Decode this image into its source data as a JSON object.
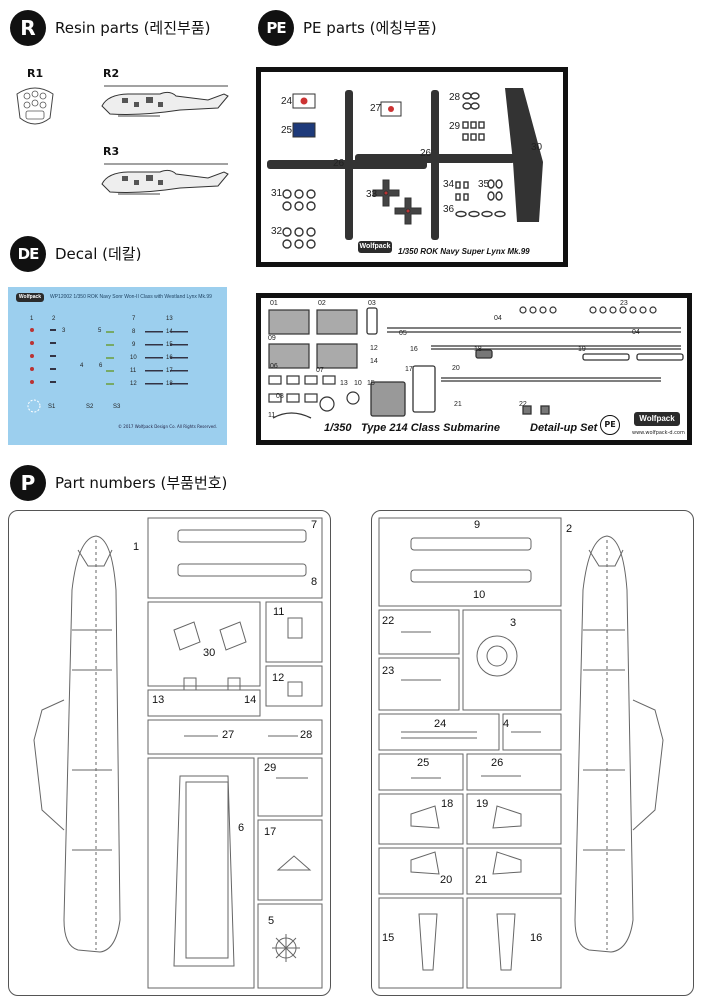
{
  "resin": {
    "badge": "R",
    "title": "Resin parts (레진부품)",
    "parts": [
      "R1",
      "R2",
      "R3"
    ]
  },
  "pe": {
    "badge": "PE",
    "title": "PE parts (에칭부품)",
    "sheet1_caption": "1/350 ROK Navy Super Lynx Mk.99",
    "sheet1_numbers": [
      "24",
      "25",
      "26",
      "26",
      "27",
      "28",
      "29",
      "30",
      "31",
      "32",
      "33",
      "34",
      "35",
      "36"
    ],
    "sheet2_caption_scale": "1/350",
    "sheet2_caption_title": "Type 214 Class Submarine",
    "sheet2_caption_right": "Detail-up Set",
    "sheet2_pe_mark": "PE",
    "sheet2_url": "www.wolfpack-d.com",
    "sheet2_numbers": [
      "01",
      "02",
      "03",
      "04",
      "04",
      "05",
      "06",
      "07",
      "08",
      "09",
      "10",
      "11",
      "12",
      "13",
      "14",
      "15",
      "16",
      "17",
      "18",
      "19",
      "20",
      "21",
      "22",
      "23"
    ],
    "brand": "Wolfpack"
  },
  "decal": {
    "badge": "DE",
    "title": "Decal (데칼)",
    "header": "WP12002 1/350 ROK Navy Sonr Won-II Class with Westland Lynx Mk.99",
    "brand": "Wolfpack",
    "left_numbers": [
      "1",
      "2",
      "3",
      "4",
      "5",
      "6"
    ],
    "mid_numbers": [
      "7",
      "8",
      "9",
      "10",
      "11",
      "12"
    ],
    "right_numbers": [
      "13",
      "14",
      "15",
      "16",
      "17",
      "18"
    ],
    "s_labels": [
      "S1",
      "S2",
      "S3"
    ],
    "copyright": "© 2017 Wolfpack Design Co. All Rights Reserved."
  },
  "part_numbers": {
    "badge": "P",
    "title": "Part numbers (부품번호)",
    "left_sprue": [
      "1",
      "7",
      "8",
      "11",
      "30",
      "13",
      "14",
      "12",
      "27",
      "28",
      "29",
      "6",
      "17",
      "5"
    ],
    "right_sprue": [
      "9",
      "2",
      "10",
      "22",
      "3",
      "23",
      "24",
      "4",
      "25",
      "26",
      "18",
      "19",
      "20",
      "21",
      "15",
      "16"
    ]
  }
}
